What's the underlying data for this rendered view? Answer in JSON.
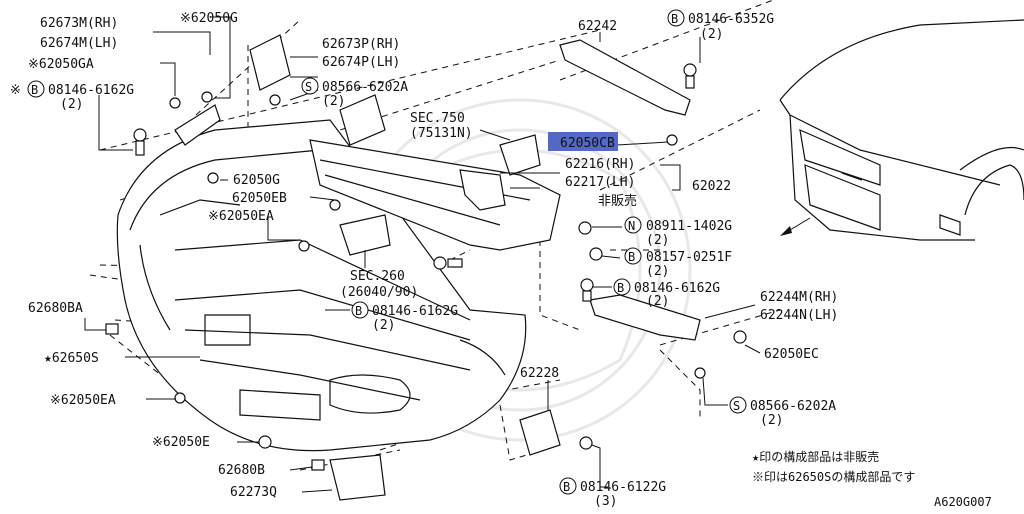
{
  "labels": {
    "p62673M": "62673M(RH)",
    "p62674M": "62674M(LH)",
    "p62050G_top": "※62050G",
    "p62673P": "62673P(RH)",
    "p62674P": "62674P(LH)",
    "p62050GA": "※62050GA",
    "s08566_a": "08566-6202A",
    "s08566_a_q": "(2)",
    "b08146_6162G_left": "08146-6162G",
    "b08146_6162G_left_prefix": "※",
    "b08146_6162G_left_q": "(2)",
    "p62242": "62242",
    "b08146_6352G": "08146-6352G",
    "b08146_6352G_q": "(2)",
    "sec750": "SEC.750",
    "sec750_sub": "(75131N)",
    "p62050CB": "62050CB",
    "p62216": "62216(RH)",
    "p62217": "62217(LH)",
    "p62022": "62022",
    "not_sold": "非販売",
    "p62050G_mid": "62050G",
    "p62050EB": "62050EB",
    "p62050EA_mid": "※62050EA",
    "n08911": "08911-1402G",
    "n08911_q": "(2)",
    "b08157": "08157-0251F",
    "b08157_q": "(2)",
    "sec260": "SEC.260",
    "sec260_sub": "(26040/90)",
    "b08146_6162G_mid": "08146-6162G",
    "b08146_6162G_mid_q": "(2)",
    "b08146_6162G_right": "08146-6162G",
    "b08146_6162G_right_q": "(2)",
    "p62244M": "62244M(RH)",
    "p62244N": "62244N(LH)",
    "p62680BA": "62680BA",
    "p62650S": "★62650S",
    "p62050EC": "62050EC",
    "p62050EA_low": "※62050EA",
    "p62228": "62228",
    "s08566_b": "08566-6202A",
    "s08566_b_q": "(2)",
    "p62050E": "※62050E",
    "p62680B": "62680B",
    "p62273Q": "62273Q",
    "b08146_6122G": "08146-6122G",
    "b08146_6122G_q": "(3)",
    "note1": "★印の構成部品は非販売",
    "note2": "※印は62650Sの構成部品です",
    "diagram_id": "A620G007",
    "badge_b": "B",
    "badge_s": "S",
    "badge_n": "N"
  },
  "highlight_color": "#5468c8"
}
